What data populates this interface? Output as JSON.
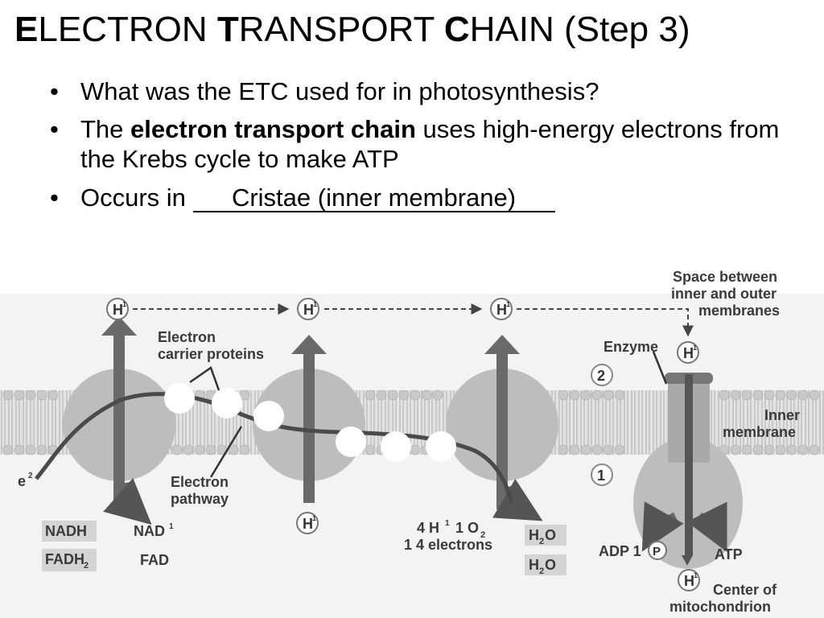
{
  "title": {
    "w1_cap": "E",
    "w1_rest": "LECTRON ",
    "w2_cap": "T",
    "w2_rest": "RANSPORT ",
    "w3_cap": "C",
    "w3_rest": "HAIN ",
    "step": "(Step 3)"
  },
  "bullets": {
    "b1": "What was the ETC used for in photosynthesis?",
    "b2_pre": "The ",
    "b2_bold": "electron transport chain",
    "b2_post": " uses high-energy electrons from the Krebs cycle to make ATP",
    "b3_pre": "Occurs in ",
    "b3_answer": "Cristae (inner membrane)"
  },
  "diagram": {
    "space_label": [
      "Space between",
      "inner and outer",
      "membranes"
    ],
    "electron_carrier": [
      "Electron",
      "carrier proteins"
    ],
    "electron_pathway": [
      "Electron",
      "pathway"
    ],
    "enzyme": "Enzyme",
    "inner_membrane": [
      "Inner",
      "membrane"
    ],
    "center_label": [
      "Center of",
      "mitochondrion"
    ],
    "hydrogen": "H",
    "ion_sup": "1",
    "electron_sym": "e",
    "electron_sup": "2",
    "step_one": "1",
    "step_two": "2",
    "nadh": "NADH",
    "nad": "NAD",
    "fadh2": "FADH",
    "fadh2_sub": "2",
    "fad": "FAD",
    "reaction_line1": "4 H",
    "reaction_sup": "1",
    "reaction_plus": "1 O",
    "reaction_sub": "2",
    "reaction_line2": "1 4 electrons",
    "water": "H",
    "water_sub": "2",
    "water_o": "O",
    "adp": "ADP 1",
    "phosphate": "P",
    "atp": "ATP"
  }
}
